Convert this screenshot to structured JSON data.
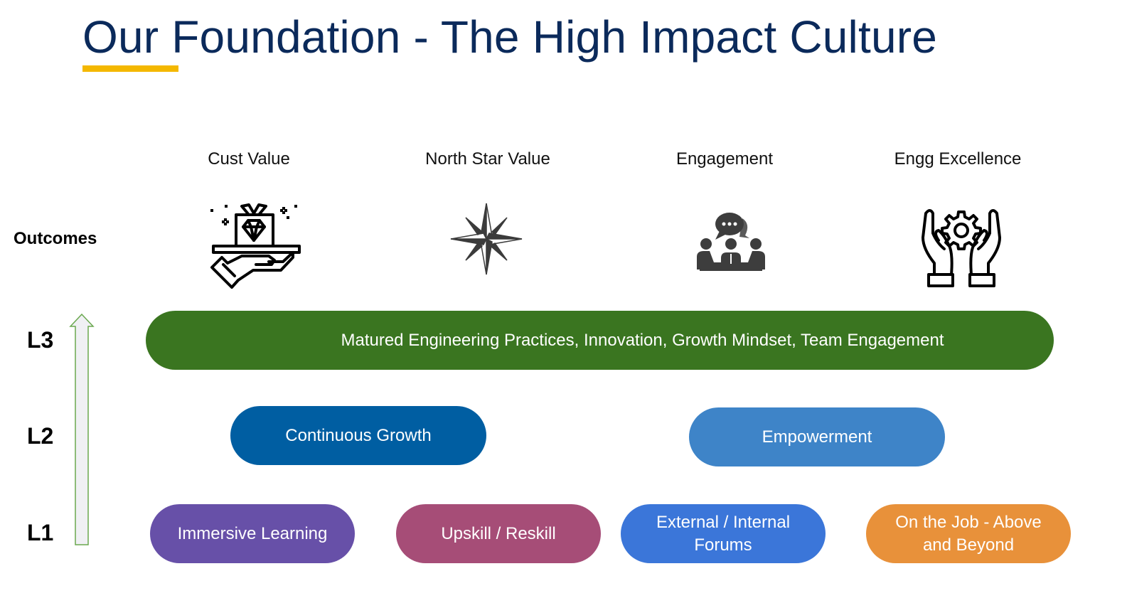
{
  "title": "Our Foundation - The High Impact Culture",
  "colors": {
    "title": "#0b2a5b",
    "underline": "#f4b800",
    "l3": "#3a7520",
    "continuous_growth": "#005ea2",
    "empowerment": "#3e84c8",
    "immersive_learning": "#6750a8",
    "upskill_reskill": "#a64d77",
    "forums": "#3b76d9",
    "on_the_job": "#e8913a"
  },
  "outcomes": {
    "label": "Outcomes",
    "items": [
      {
        "label": "Cust Value",
        "icon": "hand-gift-diamond-icon"
      },
      {
        "label": "North Star Value",
        "icon": "compass-star-icon"
      },
      {
        "label": "Engagement",
        "icon": "team-meeting-chat-icon"
      },
      {
        "label": "Engg Excellence",
        "icon": "hands-gear-icon"
      }
    ]
  },
  "levels": {
    "l3": {
      "label": "L3",
      "items": [
        "Matured Engineering Practices, Innovation, Growth Mindset, Team Engagement"
      ]
    },
    "l2": {
      "label": "L2",
      "items": [
        "Continuous Growth",
        "Empowerment"
      ]
    },
    "l1": {
      "label": "L1",
      "items": [
        "Immersive Learning",
        "Upskill / Reskill",
        "External / Internal Forums",
        "On the Job - Above and Beyond"
      ]
    }
  },
  "arrow": {
    "direction": "up",
    "icon": "up-arrow-icon"
  }
}
